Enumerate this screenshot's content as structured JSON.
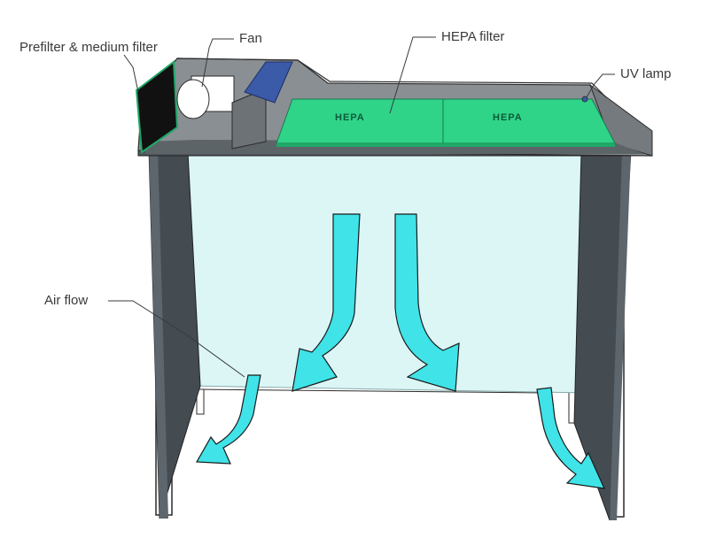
{
  "labels": {
    "prefilter": "Prefilter & medium filter",
    "fan": "Fan",
    "hepa": "HEPA filter",
    "uv": "UV lamp",
    "airflow": "Air flow"
  },
  "hepa_stamp": "HEPA",
  "colors": {
    "hepa_green": "#2fd488",
    "hepa_green_dark": "#1fa868",
    "blue_panel": "#3b5aa8",
    "airflow_arrow": "#3fe3e8",
    "side_panel": "#444c52",
    "work_area": "#dcf6f6",
    "housing": "#8a8f93",
    "housing_top": "#6d7277"
  }
}
